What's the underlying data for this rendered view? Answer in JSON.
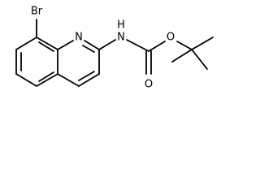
{
  "molecule": {
    "atoms": {
      "bromine": "Br",
      "ring_nitrogen": "N",
      "amide_nitrogen": "N",
      "amide_hydrogen": "H",
      "carbonyl_oxygen": "O",
      "ester_oxygen": "O"
    }
  },
  "colors": {
    "bond": "#000000",
    "label": "#000000",
    "background": "#ffffff"
  }
}
